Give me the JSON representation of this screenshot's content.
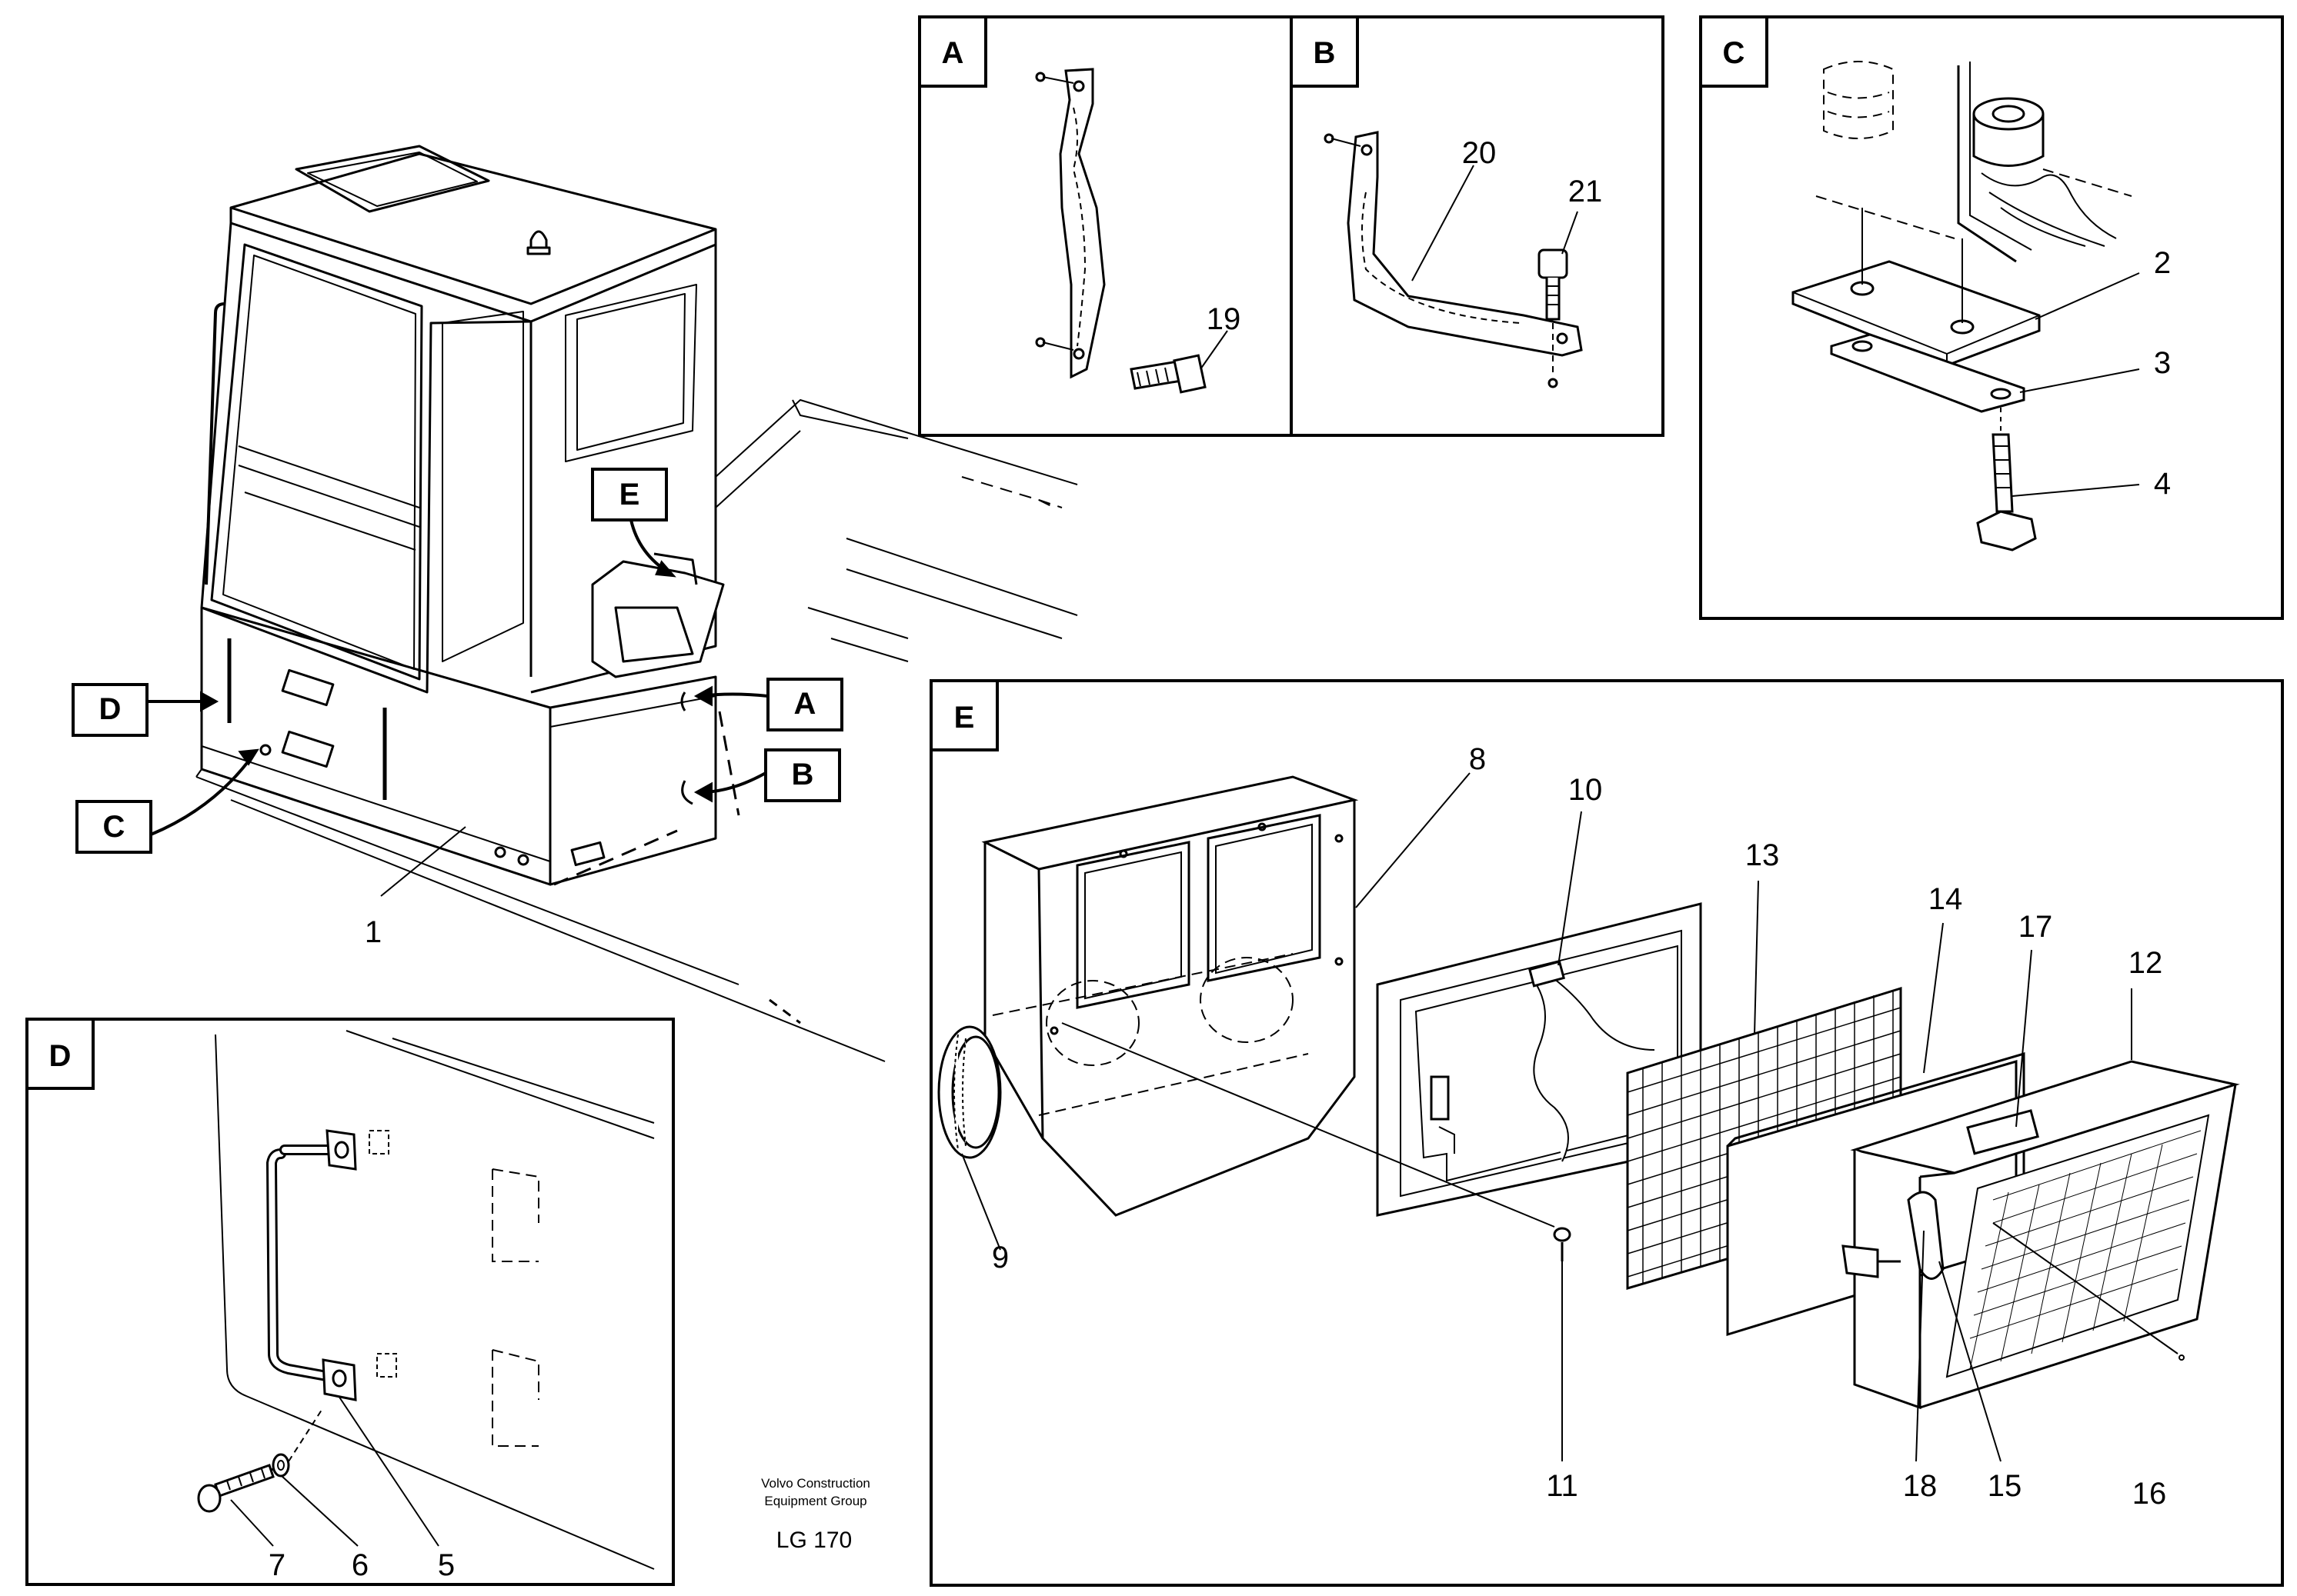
{
  "panels": {
    "A": {
      "label": "A"
    },
    "B": {
      "label": "B"
    },
    "C": {
      "label": "C"
    },
    "D": {
      "label": "D"
    },
    "E": {
      "label": "E"
    }
  },
  "main_callouts": {
    "A": "A",
    "B": "B",
    "C": "C",
    "D": "D",
    "E": "E"
  },
  "part_numbers": {
    "p1": "1",
    "p2": "2",
    "p3": "3",
    "p4": "4",
    "p5": "5",
    "p6": "6",
    "p7": "7",
    "p8": "8",
    "p9": "9",
    "p10": "10",
    "p11": "11",
    "p12": "12",
    "p13": "13",
    "p14": "14",
    "p15": "15",
    "p16": "16",
    "p17": "17",
    "p18": "18",
    "p19": "19",
    "p20": "20",
    "p21": "21"
  },
  "footer": {
    "line1": "Volvo Construction",
    "line2": "Equipment Group",
    "code": "LG 170"
  }
}
